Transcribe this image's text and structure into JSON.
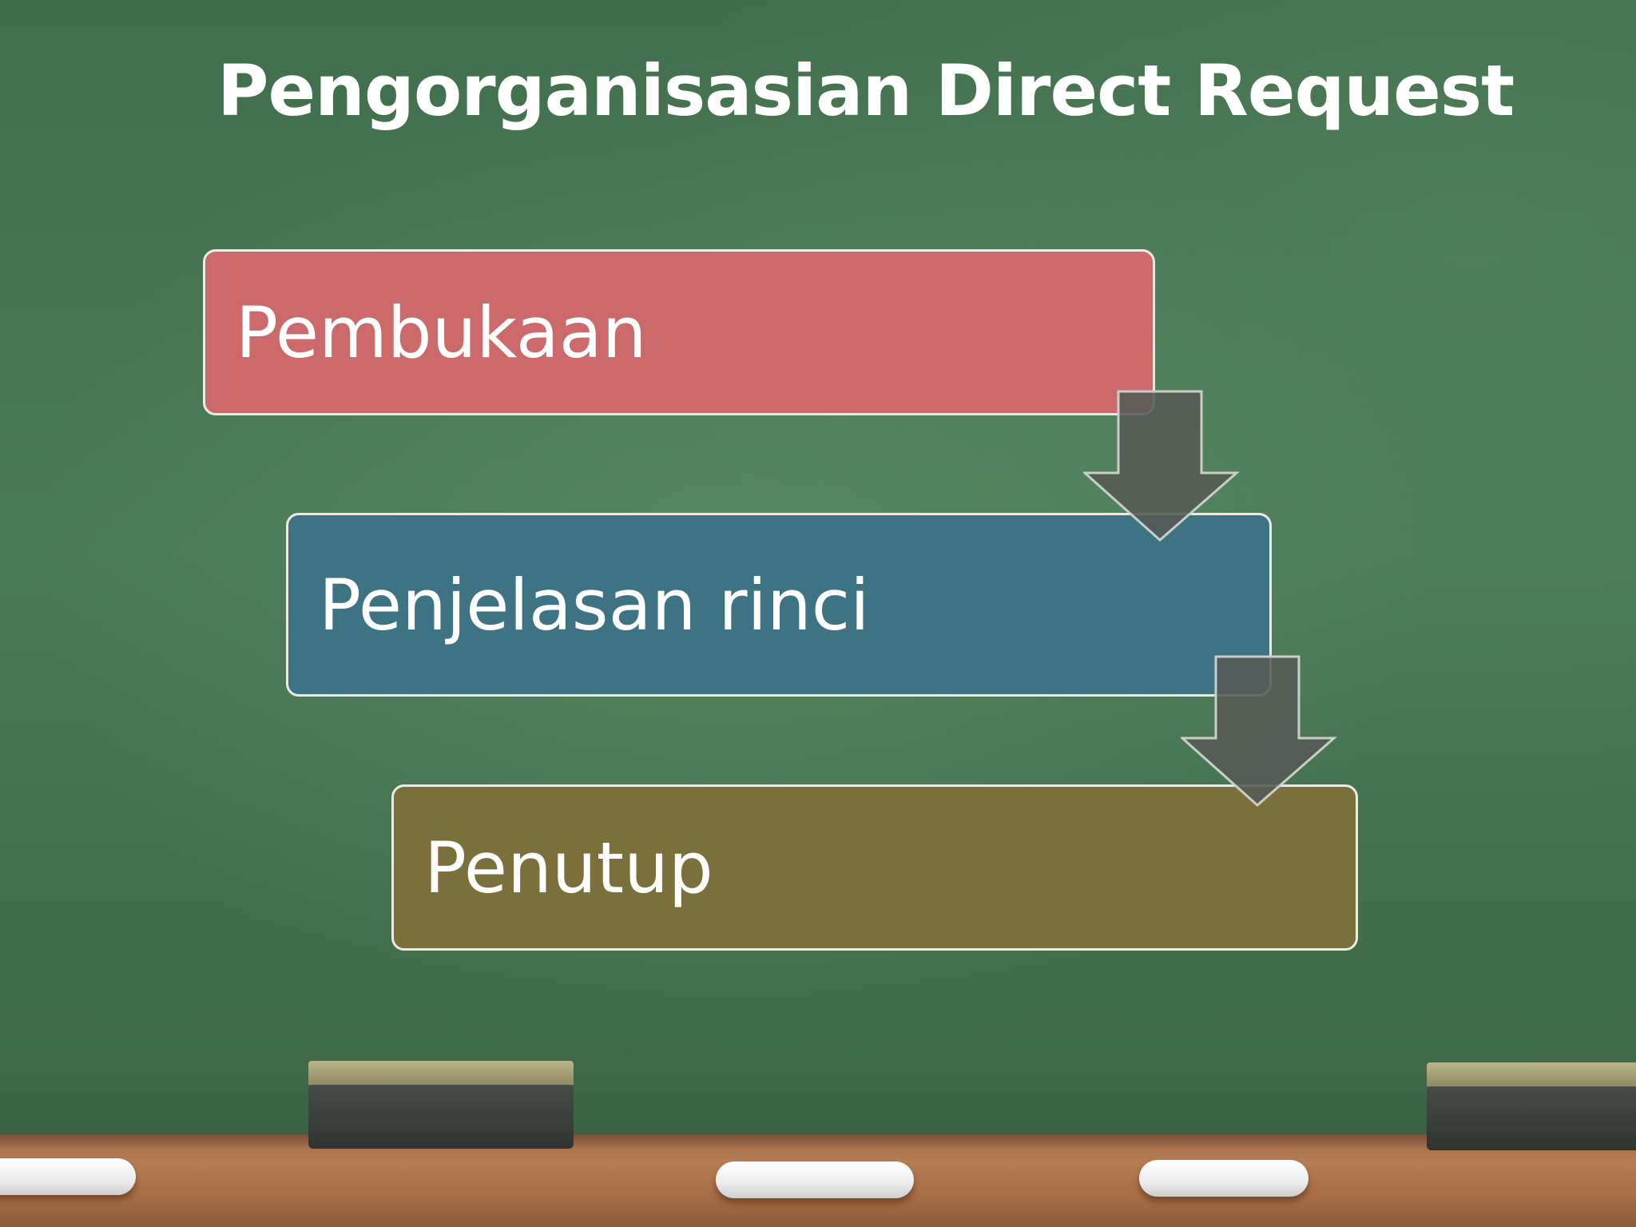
{
  "slide": {
    "title": "Pengorganisasian Direct Request"
  },
  "process": {
    "steps": [
      {
        "label": "Pembukaan",
        "color": "#cc6a6b"
      },
      {
        "label": "Penjelasan rinci",
        "color": "#3e7384"
      },
      {
        "label": "Penutup",
        "color": "#7b703b"
      }
    ],
    "arrow_color": "#555a55",
    "outline_color": "#e9ece4"
  },
  "background": {
    "type": "chalkboard",
    "board_color": "#416e4c",
    "tray_color": "#b77d52"
  }
}
